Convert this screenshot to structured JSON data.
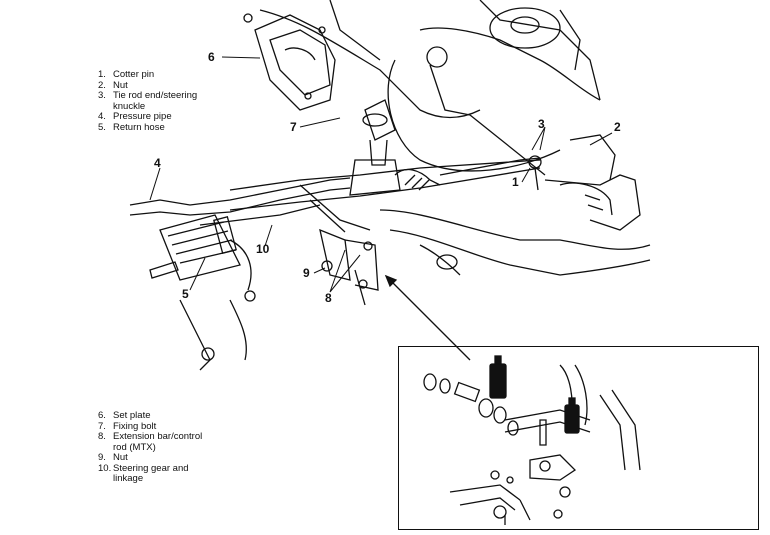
{
  "legend_top": [
    {
      "num": "1.",
      "text": "Cotter pin"
    },
    {
      "num": "2.",
      "text": "Nut"
    },
    {
      "num": "3.",
      "text": "Tie rod end/steering"
    },
    {
      "num": "",
      "text": "knuckle"
    },
    {
      "num": "4.",
      "text": "Pressure pipe"
    },
    {
      "num": "5.",
      "text": "Return hose"
    }
  ],
  "legend_bottom": [
    {
      "num": "6.",
      "text": "Set plate"
    },
    {
      "num": "7.",
      "text": "Fixing bolt"
    },
    {
      "num": "8.",
      "text": "Extension bar/control"
    },
    {
      "num": "",
      "text": "rod (MTX)"
    },
    {
      "num": "9.",
      "text": "Nut"
    },
    {
      "num": "10.",
      "text": "Steering gear and"
    },
    {
      "num": "",
      "text": "linkage"
    }
  ],
  "callouts": {
    "c1": "1",
    "c2": "2",
    "c3": "3",
    "c4": "4",
    "c5": "5",
    "c6": "6",
    "c7": "7",
    "c8": "8",
    "c9": "9",
    "c10": "10"
  }
}
